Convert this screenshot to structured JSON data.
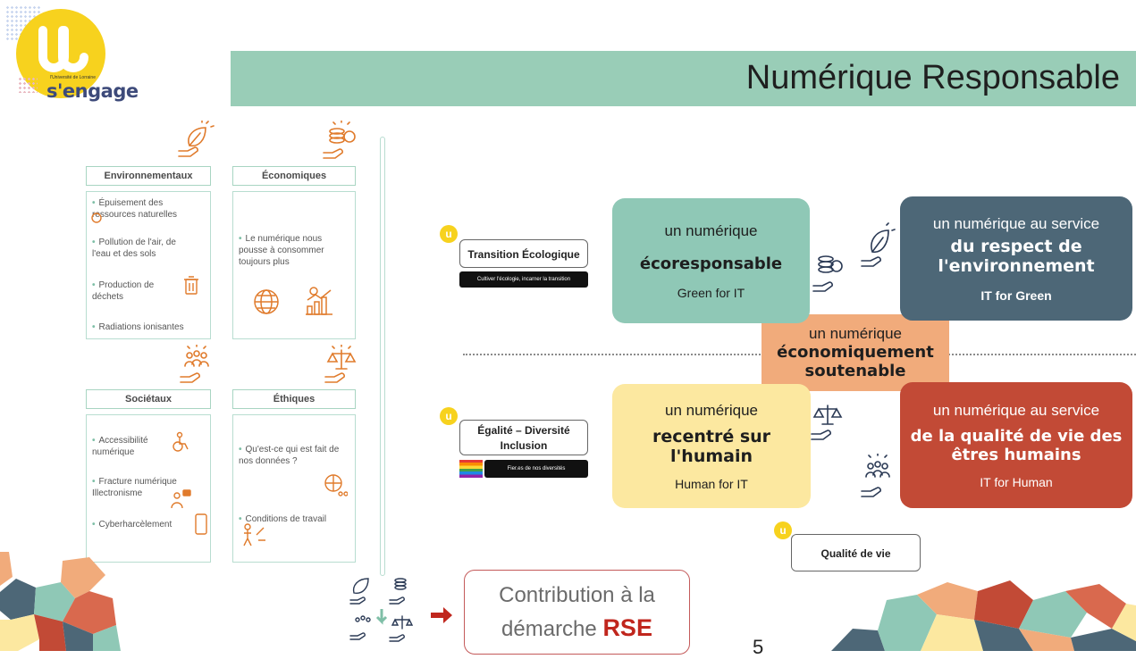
{
  "logo": {
    "small_text": "l'Université de Lorraine",
    "brand_text": "s'engage"
  },
  "title": "Numérique Responsable",
  "left_panel": {
    "environnementaux": {
      "header": "Environnementaux",
      "items": [
        "Épuisement des ressources naturelles",
        "Pollution de l'air, de l'eau et des sols",
        "Production de déchets",
        "Radiations ionisantes"
      ]
    },
    "economiques": {
      "header": "Économiques",
      "items": [
        "Le numérique nous pousse à consommer toujours plus"
      ]
    },
    "societaux": {
      "header": "Sociétaux",
      "items": [
        "Accessibilité numérique",
        "Fracture numérique Illectronisme",
        "Cyberharcèlement"
      ]
    },
    "ethiques": {
      "header": "Éthiques",
      "items": [
        "Qu'est-ce qui est fait de nos données ?",
        "Conditions de travail"
      ]
    }
  },
  "tiles": {
    "green_for_it": {
      "line1": "un numérique",
      "line2": "écoresponsable",
      "line3": "Green for IT"
    },
    "it_for_green": {
      "line1": "un numérique au service",
      "line2": "du respect de l'environnement",
      "line3": "IT for Green"
    },
    "human_for_it": {
      "line1": "un numérique",
      "line2": "recentré sur l'humain",
      "line3": "Human for IT"
    },
    "it_for_human": {
      "line1": "un numérique au service",
      "line2": "de la qualité de vie des êtres humains",
      "line3": "IT for Human"
    },
    "center": {
      "line1": "un numérique",
      "line2": "économiquement",
      "line3": "soutenable"
    }
  },
  "tags": {
    "transition": {
      "label": "Transition Écologique",
      "sub": "Cultiver l'écologie, incarner la transition"
    },
    "egalite": {
      "label": "Égalité – Diversité Inclusion",
      "sub": "Fier.es de nos diversités"
    },
    "qualite": {
      "label": "Qualité de vie"
    }
  },
  "contribution": {
    "line1": "Contribution à la",
    "line2": "démarche",
    "rse": "RSE"
  },
  "page_number": "5",
  "colors": {
    "title_band": "#99cdb7",
    "green_tile": "#8fc8b6",
    "blue_tile": "#4d6777",
    "yellow_tile": "#fce8a0",
    "red_tile": "#c24a36",
    "center_tile": "#f1ab7b",
    "icon_orange": "#e07b2c",
    "logo_yellow": "#f7d21e"
  }
}
